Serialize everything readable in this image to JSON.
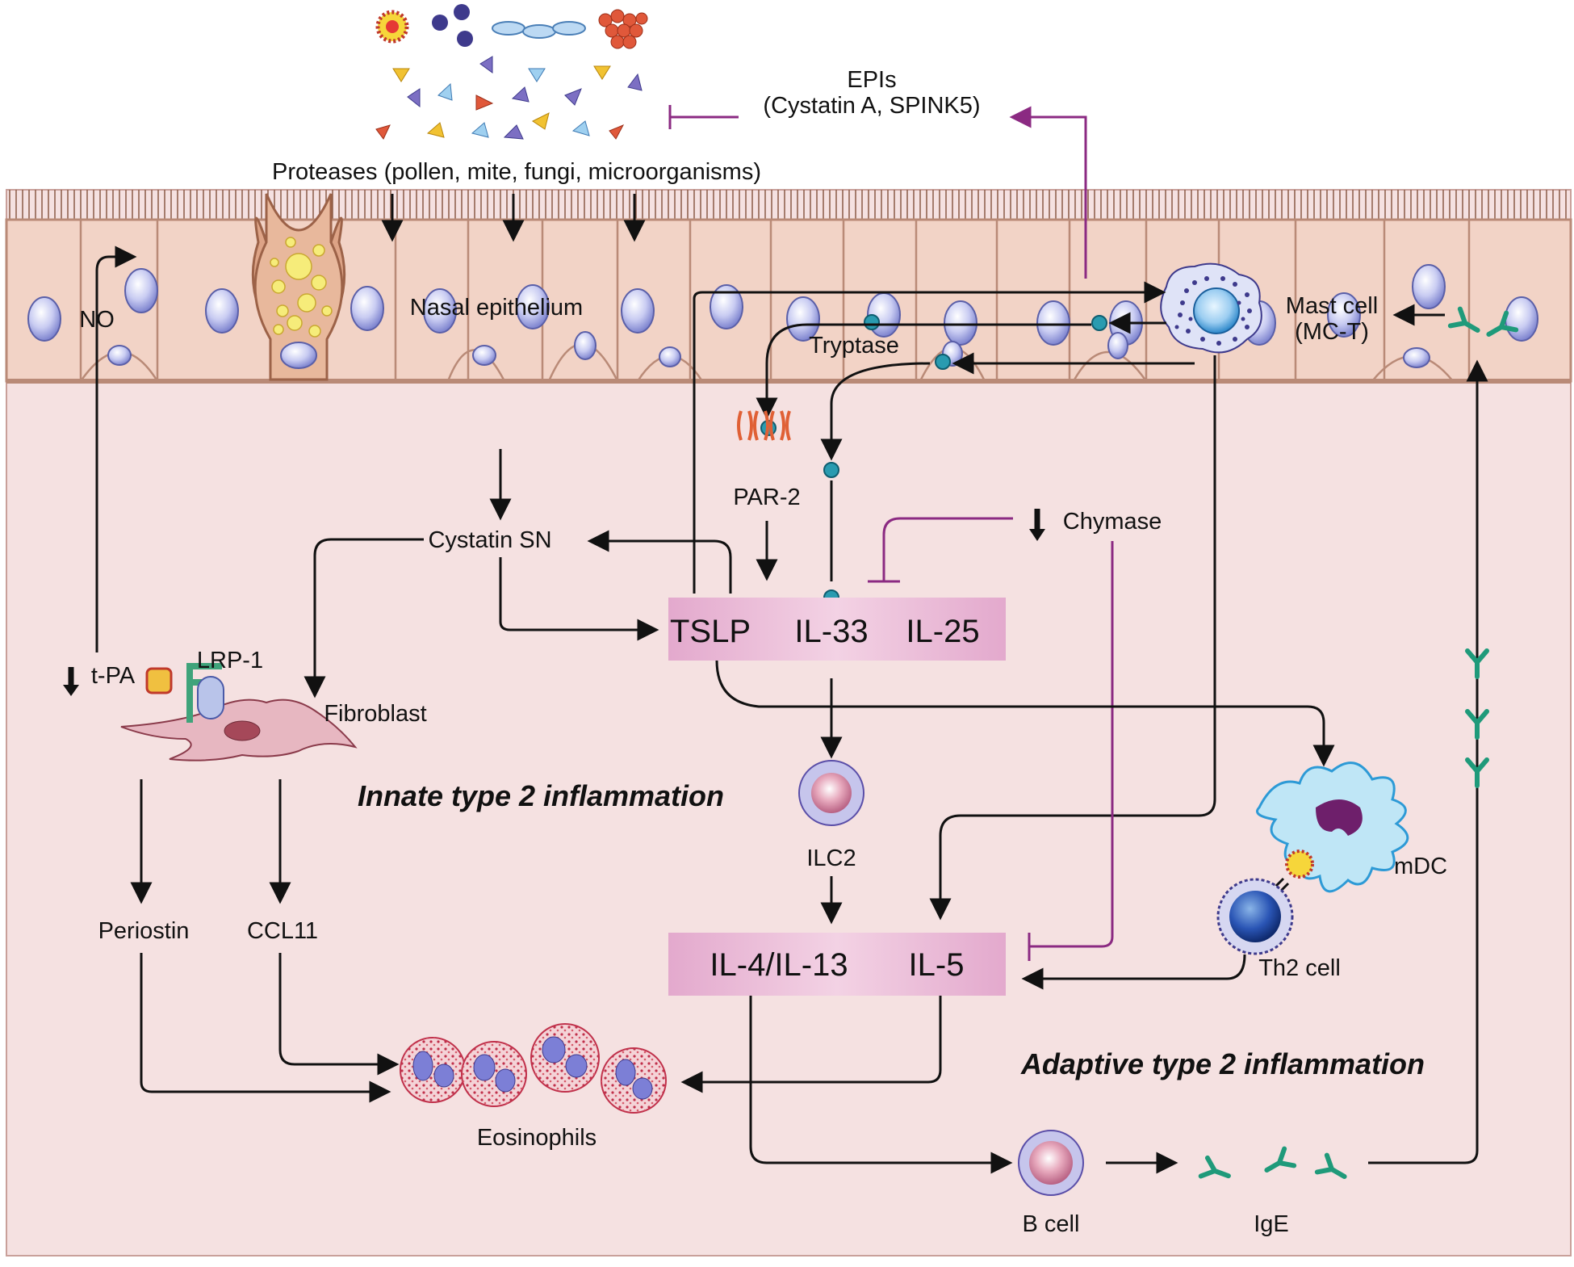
{
  "diagram": {
    "allergens": {
      "proteases_label": "Proteases (pollen, mite, fungi, microorganisms)",
      "epis_line1": "EPIs",
      "epis_line2": "(Cystatin A, SPINK5)"
    },
    "epithelium": {
      "nasal_epithelium": "Nasal epithelium",
      "no": "NO",
      "tryptase": "Tryptase",
      "mast_cell_line1": "Mast cell",
      "mast_cell_line2": "(MC-T)",
      "par2": "PAR-2"
    },
    "lamina": {
      "cystatin_sn": "Cystatin SN",
      "chymase": "Chymase",
      "tpa": "t-PA",
      "lrp1": "LRP-1",
      "fibroblast": "Fibroblast",
      "innate": "Innate type 2 inflammation",
      "adaptive": "Adaptive type 2 inflammation",
      "ilc2": "ILC2",
      "mdc": "mDC",
      "th2": "Th2 cell",
      "periostin": "Periostin",
      "ccl11": "CCL11",
      "eosinophils": "Eosinophils",
      "b_cell": "B cell",
      "ige": "IgE"
    },
    "cytokines_top": {
      "tslp": "TSLP",
      "il33": "IL-33",
      "il25": "IL-25"
    },
    "cytokines_bottom": {
      "il4_il13": "IL-4/IL-13",
      "il5": "IL-5"
    },
    "colors": {
      "tissue": "#f5e1e1",
      "epithelium": "#f2d3c6",
      "cytokine_box": "#e8b7d4",
      "nucleus": "#9aa0dd",
      "inhibition": "#8b2a82",
      "ige": "#1f9a7a",
      "granule": "#2a9bb0"
    }
  }
}
